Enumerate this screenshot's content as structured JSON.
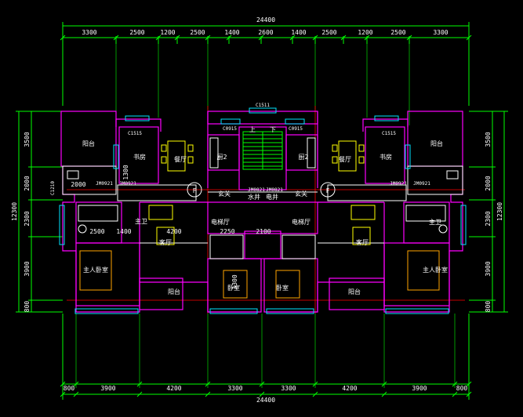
{
  "drawing": {
    "overall_width_top": "24400",
    "overall_width_bottom": "24400",
    "top_dims": [
      "3300",
      "2500",
      "1200",
      "2500",
      "1400",
      "2600",
      "1400",
      "2500",
      "1200",
      "2500",
      "3300"
    ],
    "bottom_dims": [
      "800",
      "3900",
      "4200",
      "3300",
      "3300",
      "4200",
      "3900",
      "800"
    ],
    "left_dims": [
      "3500",
      "2000",
      "2300",
      "3900",
      "800"
    ],
    "right_dims": [
      "3500",
      "2000",
      "2300",
      "3900",
      "800"
    ],
    "left_total": "12300",
    "right_total": "12300",
    "window_codes": [
      "C1511",
      "C0915",
      "C0915",
      "C1515",
      "C1515",
      "C1210"
    ],
    "door_codes": [
      "JM0921",
      "JM0921",
      "JM0821",
      "JM0821",
      "JM0921",
      "JM0921"
    ],
    "axis_labels": [
      "F",
      "F"
    ],
    "rooms": {
      "balcony_left": "阳台",
      "balcony_right": "阳台",
      "study_left": "书房",
      "study_right": "书房",
      "dining_left": "餐厅",
      "dining_right": "餐厅",
      "kitchen_left": "厨2",
      "kitchen_right": "厨2",
      "foyer_left": "玄关",
      "foyer_right": "玄关",
      "water_shaft": "水井",
      "elec_shaft": "电井",
      "elevator_hall_left": "电梯厅",
      "elevator_hall_right": "电梯厅",
      "living_left": "客厅",
      "living_right": "客厅",
      "master_left": "主人卧室",
      "master_right": "主人卧室",
      "bath_left": "主卫",
      "bath_right": "主卫",
      "bedroom_left": "卧室",
      "bedroom_right": "卧室",
      "small_balcony_left": "阳台",
      "small_balcony_right": "阳台",
      "stair_up": "上",
      "stair_down": "下"
    },
    "inner_dims": {
      "dim_2500": "2500",
      "dim_1400": "1400",
      "dim_4200": "4200",
      "dim_2250": "2250",
      "dim_2100": "2100",
      "dim_2000": "2000",
      "dim_1300": "1300",
      "dim_3300": "3300"
    },
    "colors": {
      "dimension": "#00ff00",
      "wall": "#ffffff",
      "window": "#00e5ff",
      "outline": "#ff00ff",
      "furniture": "#ffff00",
      "axis": "#ff0000"
    }
  }
}
